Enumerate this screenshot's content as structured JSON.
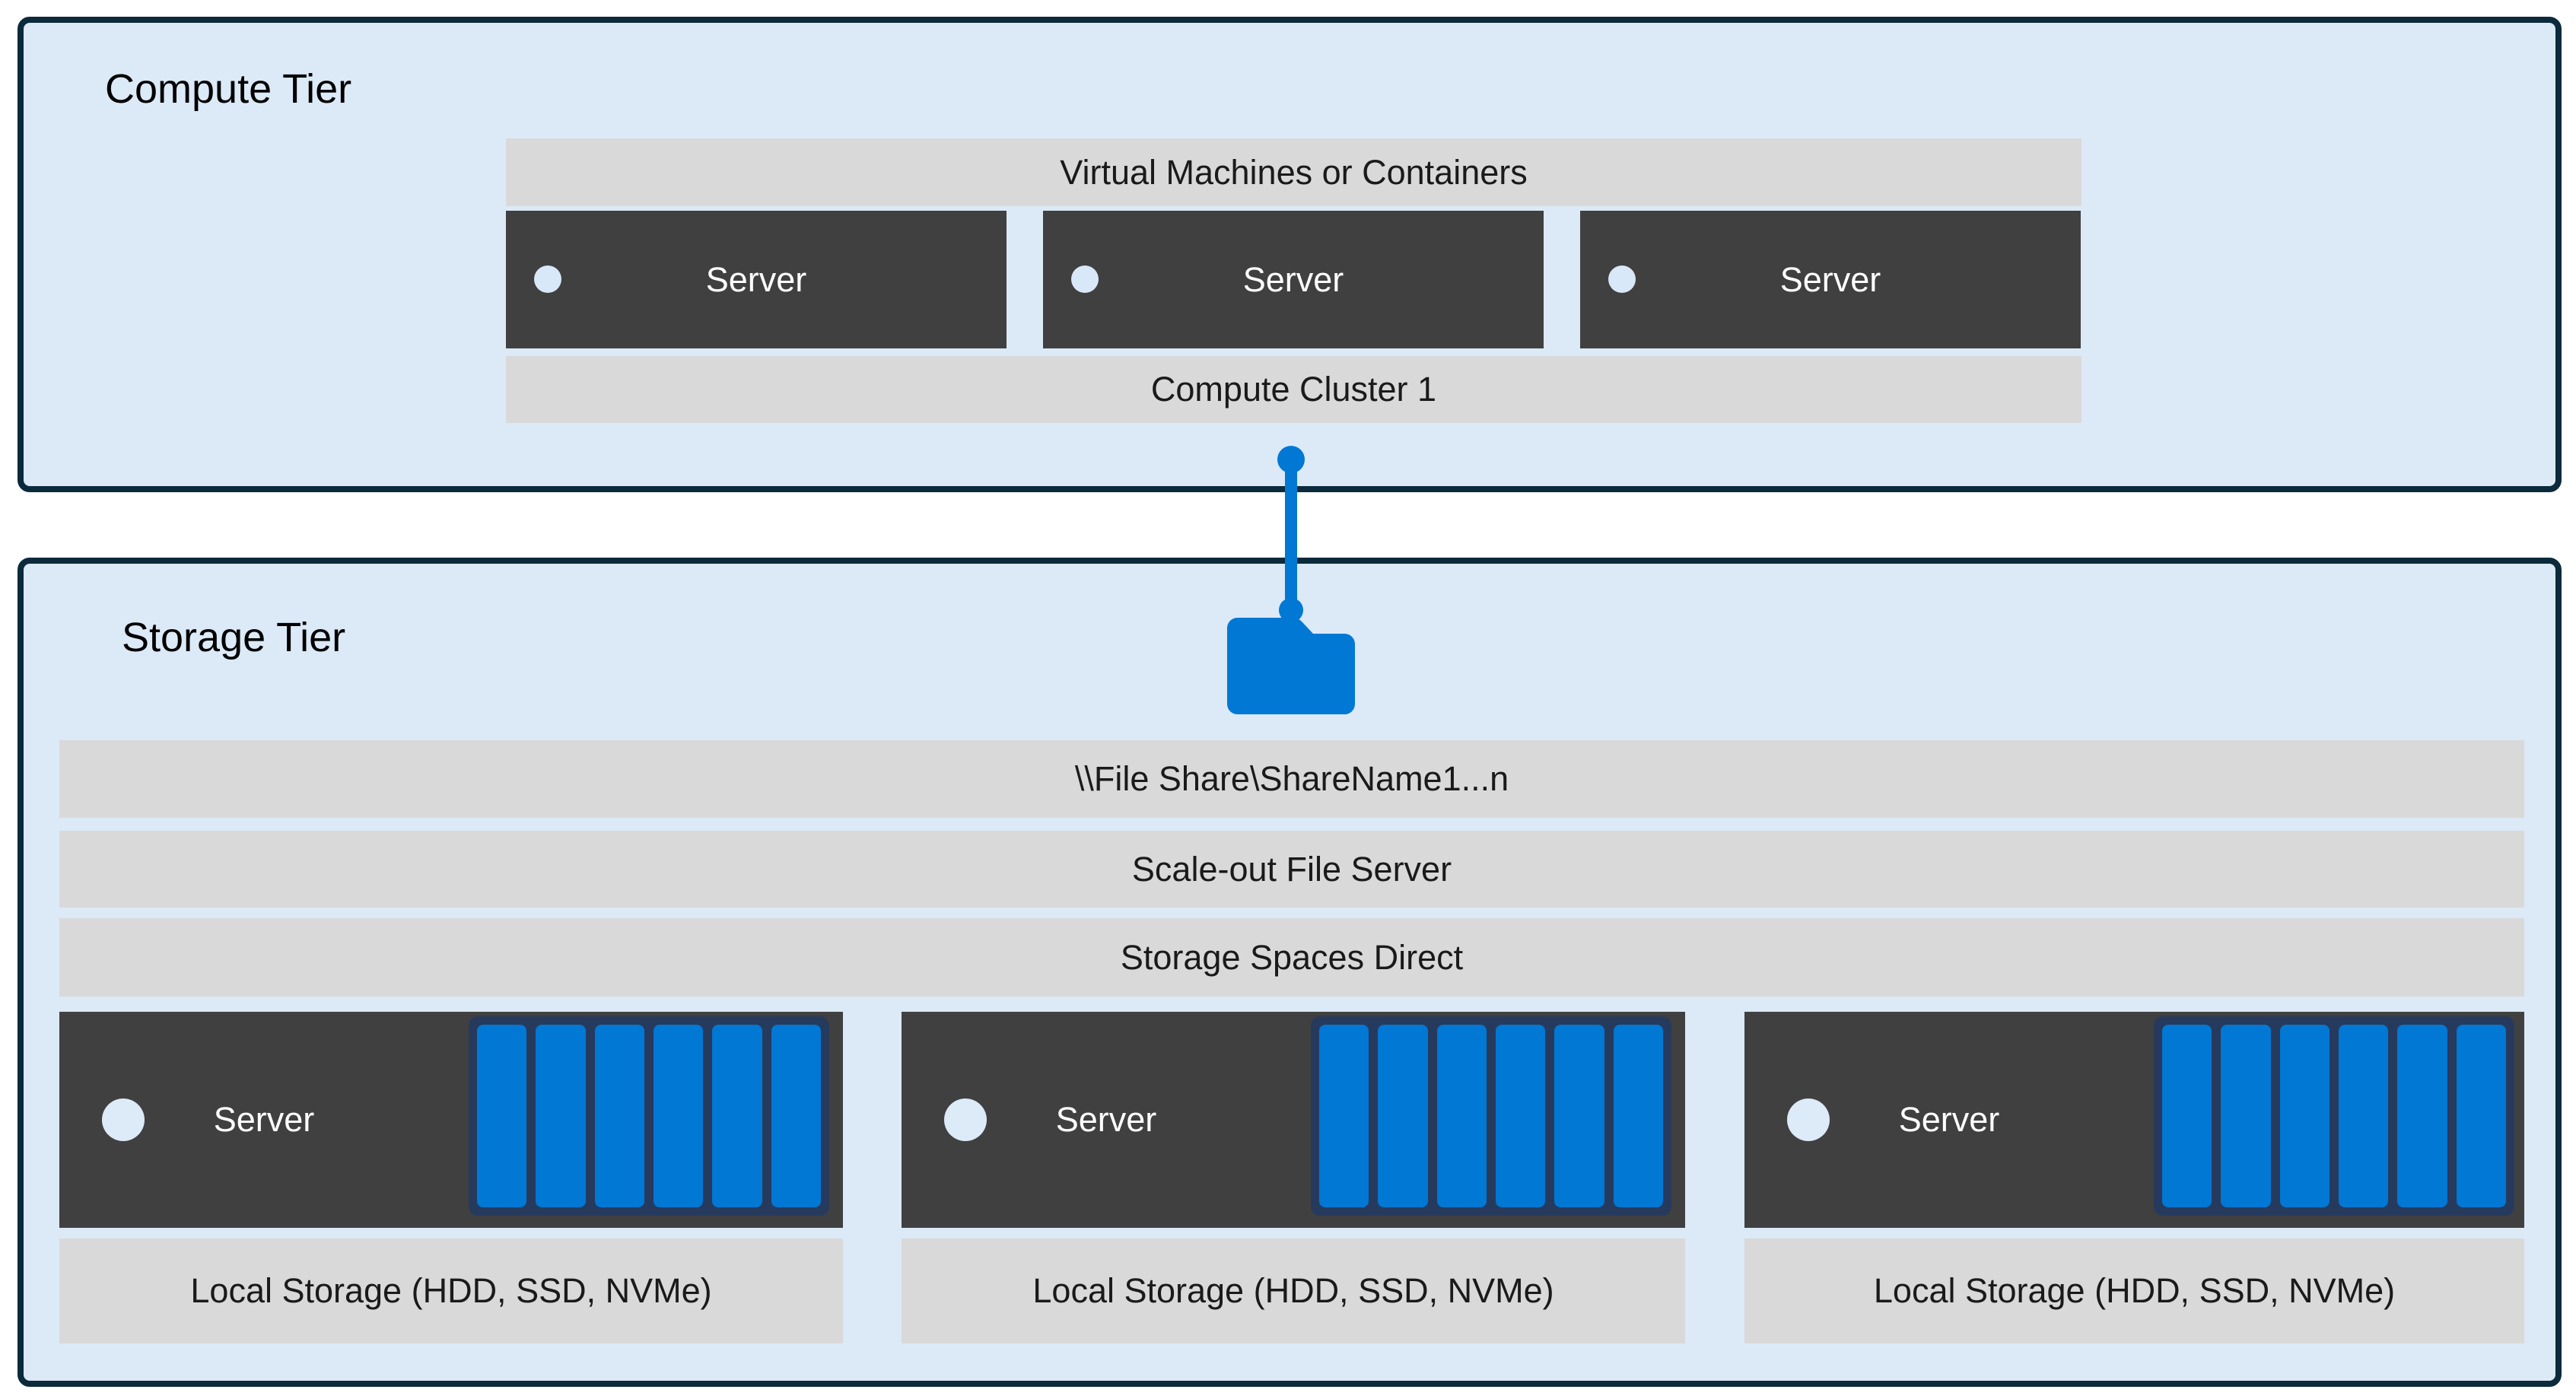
{
  "diagram": {
    "compute_tier": {
      "title": "Compute Tier",
      "vm_bar_label": "Virtual Machines or Containers",
      "servers": [
        {
          "label": "Server"
        },
        {
          "label": "Server"
        },
        {
          "label": "Server"
        }
      ],
      "cluster_bar_label": "Compute Cluster 1"
    },
    "connector": {
      "icon": "folder-icon"
    },
    "storage_tier": {
      "title": "Storage Tier",
      "file_share_bar_label": "\\\\File Share\\ShareName1...n",
      "scale_out_bar_label": "Scale-out File Server",
      "s2d_bar_label": "Storage Spaces Direct",
      "nodes": [
        {
          "server_label": "Server",
          "disk_count": 6,
          "local_storage_label": "Local Storage (HDD, SSD, NVMe)"
        },
        {
          "server_label": "Server",
          "disk_count": 6,
          "local_storage_label": "Local Storage (HDD, SSD, NVMe)"
        },
        {
          "server_label": "Server",
          "disk_count": 6,
          "local_storage_label": "Local Storage (HDD, SSD, NVMe)"
        }
      ]
    },
    "colors": {
      "tier_background": "#DCE9F7",
      "tier_border": "#0B2A3B",
      "bar_gray": "#D9D9D9",
      "server_dark": "#404040",
      "accent_blue": "#0078D4",
      "disk_frame_navy": "#263A5E",
      "indicator_light": "#DDEAF8"
    }
  }
}
